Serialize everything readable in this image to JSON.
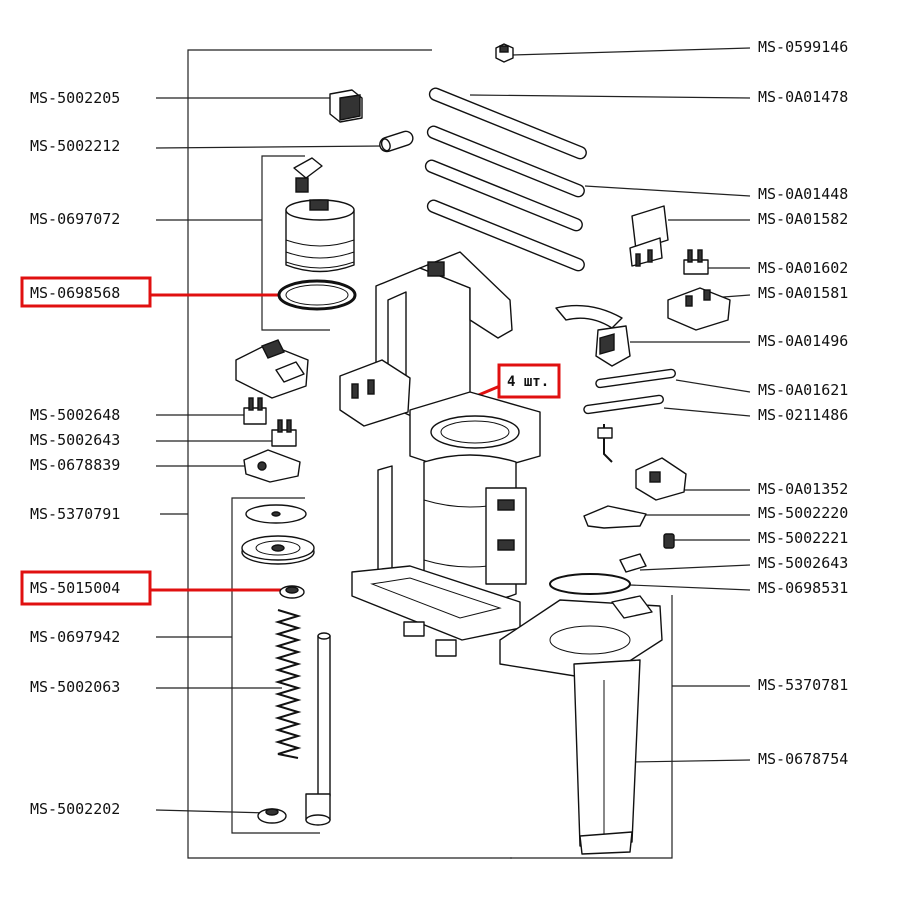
{
  "labels_left": [
    {
      "id": "l1",
      "text": "MS-5002205"
    },
    {
      "id": "l2",
      "text": "MS-5002212"
    },
    {
      "id": "l3",
      "text": "MS-0697072"
    },
    {
      "id": "l4",
      "text": "MS-0698568",
      "highlighted": true
    },
    {
      "id": "l5",
      "text": "MS-5002648"
    },
    {
      "id": "l6",
      "text": "MS-5002643"
    },
    {
      "id": "l7",
      "text": "MS-0678839"
    },
    {
      "id": "l8",
      "text": "MS-5370791"
    },
    {
      "id": "l9",
      "text": "MS-5015004",
      "highlighted": true
    },
    {
      "id": "l10",
      "text": "MS-0697942"
    },
    {
      "id": "l11",
      "text": "MS-5002063"
    },
    {
      "id": "l12",
      "text": "MS-5002202"
    }
  ],
  "labels_right": [
    {
      "id": "r1",
      "text": "MS-0599146"
    },
    {
      "id": "r2",
      "text": "MS-0A01478"
    },
    {
      "id": "r3",
      "text": "MS-0A01448"
    },
    {
      "id": "r4",
      "text": "MS-0A01582"
    },
    {
      "id": "r5",
      "text": "MS-0A01602"
    },
    {
      "id": "r6",
      "text": "MS-0A01581"
    },
    {
      "id": "r7",
      "text": "MS-0A01496"
    },
    {
      "id": "r8",
      "text": "MS-0A01621"
    },
    {
      "id": "r9",
      "text": "MS-0211486"
    },
    {
      "id": "r10",
      "text": "MS-0A01352"
    },
    {
      "id": "r11",
      "text": "MS-5002220"
    },
    {
      "id": "r12",
      "text": "MS-5002221"
    },
    {
      "id": "r13",
      "text": "MS-5002643"
    },
    {
      "id": "r14",
      "text": "MS-0698531"
    },
    {
      "id": "r15",
      "text": "MS-5370781"
    },
    {
      "id": "r16",
      "text": "MS-0678754"
    }
  ],
  "quantity_note": "4 шт.",
  "colors": {
    "highlight": "#e01010",
    "ink": "#111111"
  }
}
